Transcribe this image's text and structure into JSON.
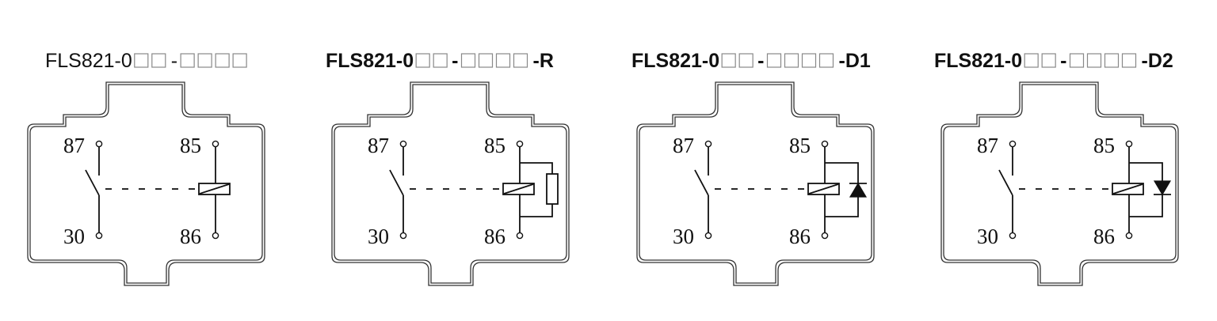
{
  "diagrams": [
    {
      "id": "base",
      "title_prefix": "FLS821-0",
      "title_mid": "-",
      "title_suffix": "",
      "title_bold": false,
      "prefix_boxes": 2,
      "suffix_boxes": 4,
      "suppressor": "none",
      "terminals": {
        "nc_top": "87",
        "com_bottom": "30",
        "coil_top": "85",
        "coil_bottom": "86"
      }
    },
    {
      "id": "resistor",
      "title_prefix": "FLS821-0",
      "title_mid": "-",
      "title_suffix": "-R",
      "title_bold": true,
      "prefix_boxes": 2,
      "suffix_boxes": 4,
      "suppressor": "resistor",
      "terminals": {
        "nc_top": "87",
        "com_bottom": "30",
        "coil_top": "85",
        "coil_bottom": "86"
      }
    },
    {
      "id": "diode-1",
      "title_prefix": "FLS821-0",
      "title_mid": "-",
      "title_suffix": "-D1",
      "title_bold": true,
      "prefix_boxes": 2,
      "suffix_boxes": 4,
      "suppressor": "diode-up",
      "terminals": {
        "nc_top": "87",
        "com_bottom": "30",
        "coil_top": "85",
        "coil_bottom": "86"
      }
    },
    {
      "id": "diode-2",
      "title_prefix": "FLS821-0",
      "title_mid": "-",
      "title_suffix": "-D2",
      "title_bold": true,
      "prefix_boxes": 2,
      "suffix_boxes": 4,
      "suppressor": "diode-down",
      "terminals": {
        "nc_top": "87",
        "com_bottom": "30",
        "coil_top": "85",
        "coil_bottom": "86"
      }
    }
  ],
  "colors": {
    "ink": "#111111",
    "placeholder_box": "#888888",
    "background": "#ffffff"
  }
}
